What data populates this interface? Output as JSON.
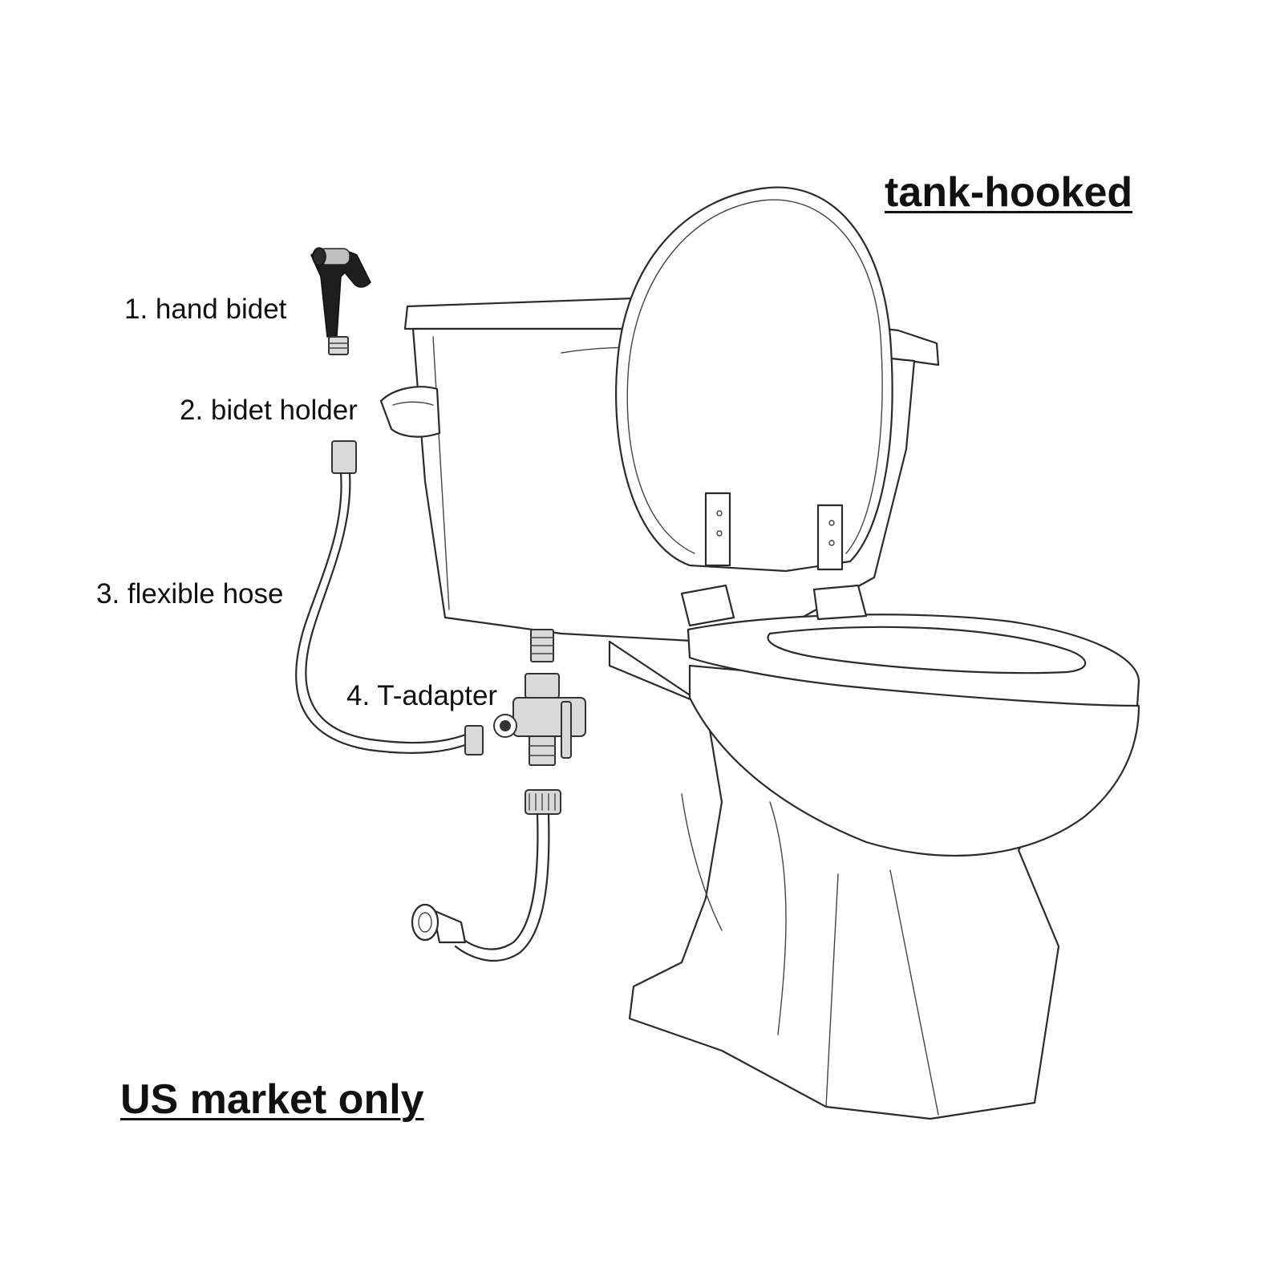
{
  "title": "tank-hooked",
  "note": "US market only",
  "parts": [
    {
      "label": "1. hand bidet"
    },
    {
      "label": "2. bidet holder"
    },
    {
      "label": "3. flexible hose"
    },
    {
      "label": "4. T-adapter"
    }
  ],
  "colors": {
    "line": "#2b2b2b",
    "background": "#ffffff",
    "bidet_body": "#1e1e1e",
    "metal": "#d9d9d9"
  }
}
